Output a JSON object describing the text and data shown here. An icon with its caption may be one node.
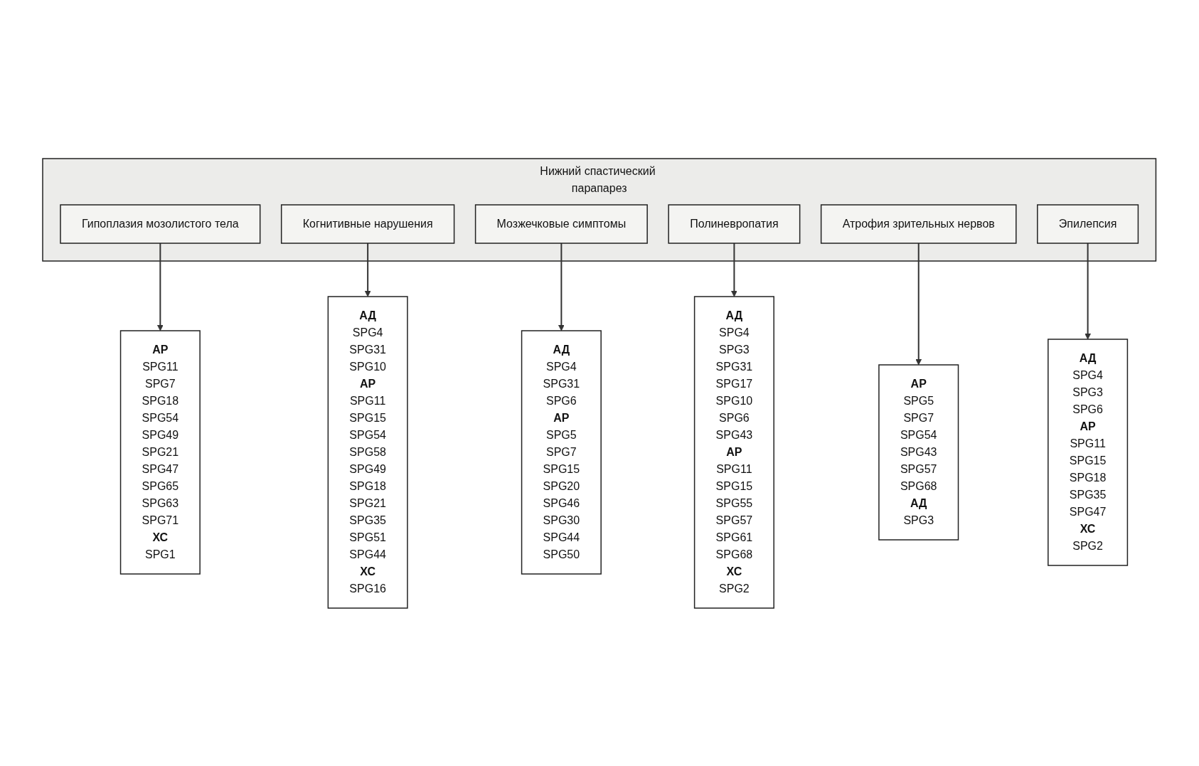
{
  "diagram": {
    "nodes": [
      {
        "text": [
          "Нижний спастический парапарез"
        ]
      },
      {
        "text": [
          "Гипоплазия мозолистого тела"
        ],
        "in": 0
      },
      {
        "text": [
          "Когнитивные нарушения"
        ],
        "in": 0
      },
      {
        "text": [
          "Мозжечковые симптомы"
        ],
        "in": 0
      },
      {
        "text": [
          "Полиневропатия"
        ],
        "in": 0
      },
      {
        "text": [
          "Атрофия зрительных нервов"
        ],
        "in": 0
      },
      {
        "text": [
          "Эпилепсия"
        ],
        "in": 0
      },
      {
        "text": [
          "АР",
          "SPG11 SPG7 SPG18 SPG54 SPG49 SPG21 SPG47 SPG65 SPG63 SPG71",
          "ХС",
          "SPG1"
        ]
      },
      {
        "text": [
          "АД",
          "SPG4 SPG31 SPG10",
          "АР",
          "SPG11 SPG15 SPG54 SPG58 SPG49 SPG18 SPG21 SPG35 SPG51 SPG44",
          "ХС",
          "SPG16"
        ]
      },
      {
        "text": [
          "АД",
          "SPG4 SPG31 SPG6",
          "АР",
          "SPG5 SPG7 SPG15 SPG20 SPG46 SPG30 SPG44 SPG50"
        ]
      },
      {
        "text": [
          "АД",
          "SPG4 SPG3 SPG31 SPG17 SPG10 SPG6 SPG43",
          "АР",
          "SPG11 SPG15 SPG55 SPG57 SPG61 SPG68",
          "ХС",
          "SPG2"
        ]
      },
      {
        "text": [
          "АР",
          "SPG5 SPG7 SPG54 SPG43 SPG57 SPG68",
          "АД",
          "SPG3"
        ]
      },
      {
        "text": [
          "АД",
          "SPG4 SPG3 SPG6",
          "АР",
          "SPG11 SPG15 SPG18 SPG35 SPG47",
          "ХС",
          "SPG2"
        ]
      }
    ],
    "edges": [
      {
        "from": 1,
        "to": 7,
        "arrow": "to"
      },
      {
        "from": 2,
        "to": 8,
        "arrow": "to"
      },
      {
        "from": 3,
        "to": 9,
        "arrow": "to"
      },
      {
        "from": 4,
        "to": 10,
        "arrow": "to"
      },
      {
        "from": 5,
        "to": 11,
        "arrow": "to"
      },
      {
        "from": 6,
        "to": 12,
        "arrow": "to"
      }
    ]
  }
}
